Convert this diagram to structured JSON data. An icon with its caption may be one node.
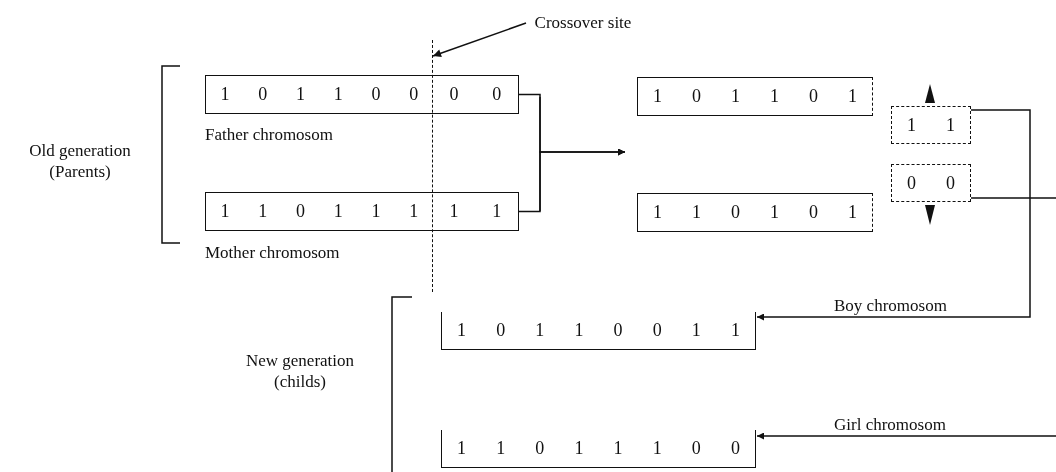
{
  "diagram": {
    "nodes": [
      {
        "text": [
          "1 0 1 1 0 0",
          "0 0"
        ],
        "beside": [
          "Father chromosom"
        ]
      },
      {
        "text": [
          "1 1 0 1 1 1",
          "1 1"
        ],
        "beside": [
          "Mother chromosom"
        ]
      },
      {
        "text": [
          "1 0 1 1 0 1"
        ]
      },
      {
        "text": [
          "1 1"
        ]
      },
      {
        "text": [
          "0 0"
        ]
      },
      {
        "text": [
          "1 1 0 1 0 1"
        ]
      },
      {
        "text": [
          "1 0 1 1 0 0 1 1"
        ]
      },
      {
        "text": [
          "1 1 0 1 1 1 0 0"
        ]
      },
      {
        "text": [
          "Crossover site"
        ]
      },
      {
        "text": [],
        "shape": "line"
      }
    ],
    "edges": [
      {
        "from": 0,
        "to": null,
        "arrow": "to"
      },
      {
        "from": 1,
        "to": null,
        "arrow": "to"
      },
      {
        "from": 3,
        "to": 6,
        "arrow": "to",
        "label": "Boy chromosom"
      },
      {
        "from": 4,
        "to": 7,
        "arrow": "to",
        "label": "Girl chromosom"
      },
      {
        "from": 8,
        "to": 9,
        "arrow": "to"
      }
    ],
    "labels": [
      "Old generation (Parents)",
      "New generation (childs)"
    ]
  }
}
